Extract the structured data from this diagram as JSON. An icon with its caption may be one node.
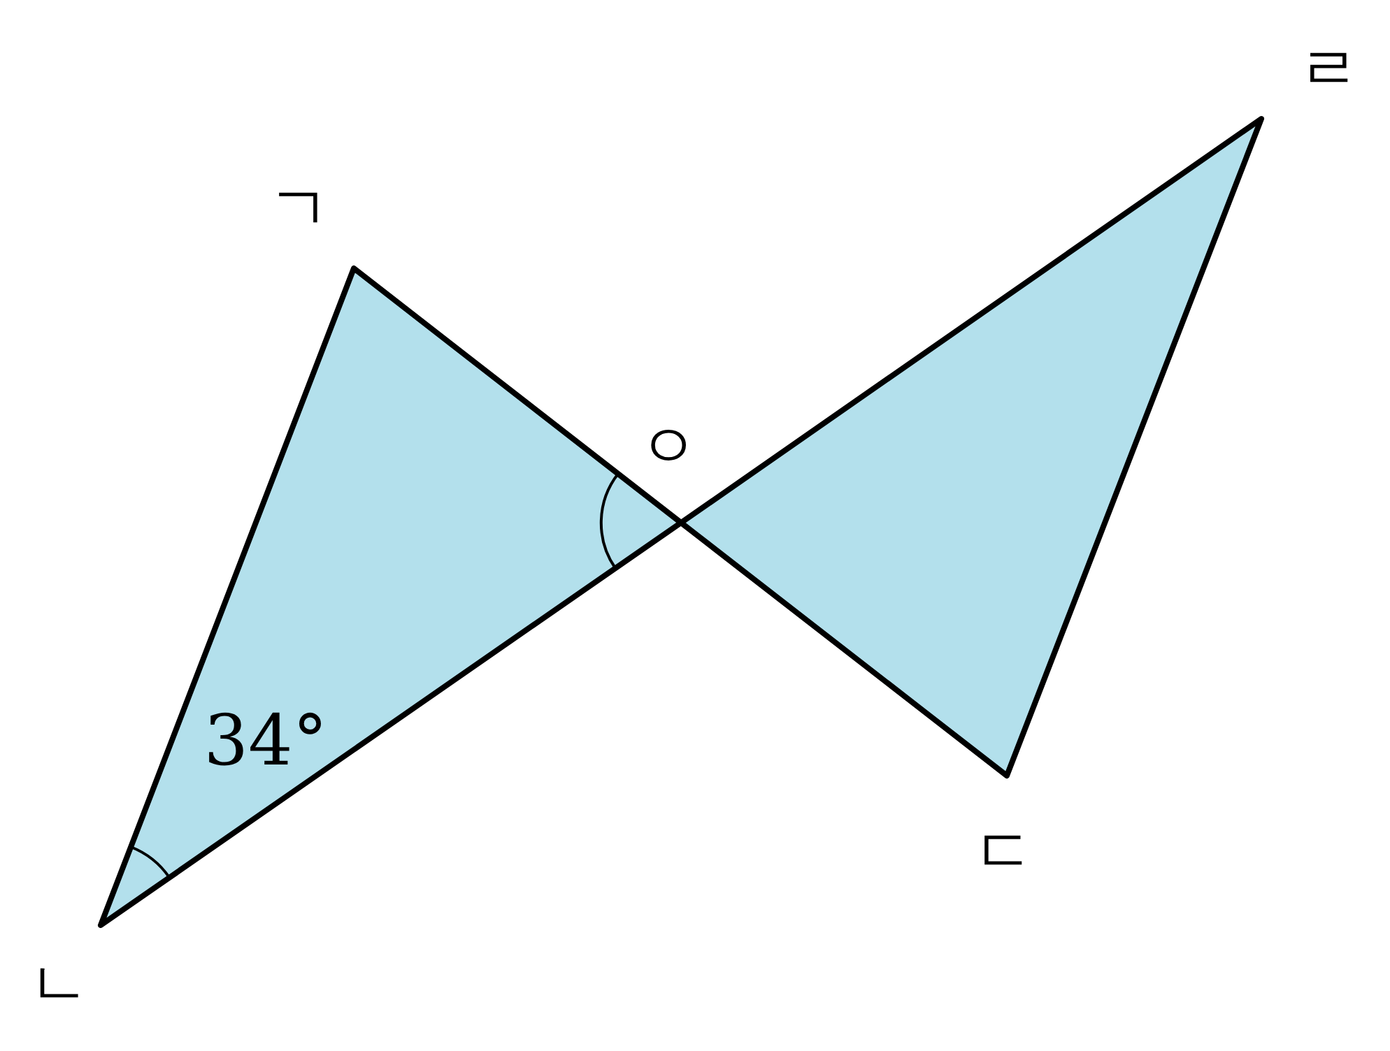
{
  "diagram": {
    "labels": [
      "ㄹ",
      "ㄱ",
      "ㅇ",
      "34°",
      "ㄷ",
      "ㄴ"
    ]
  }
}
